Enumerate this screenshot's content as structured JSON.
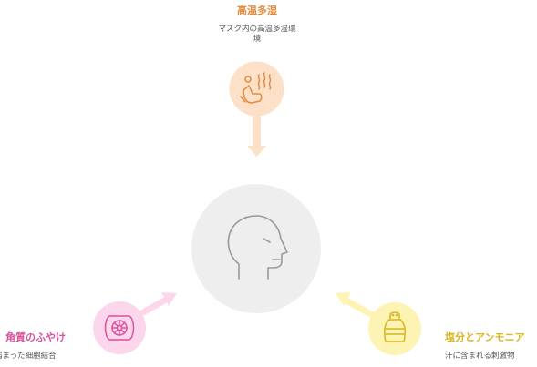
{
  "colors": {
    "orange": "#e38b3c",
    "orange_light": "#fde0c8",
    "pink": "#d9519c",
    "pink_light": "#fcd6ea",
    "yellow": "#d9b51f",
    "yellow_light": "#fdf3b2",
    "center_fill": "#eeeeee",
    "center_icon": "#9a9a9a"
  },
  "center": {
    "icon": "human-head-profile-icon"
  },
  "nodes": {
    "top": {
      "title": "高温多湿",
      "desc_line1": "マスク内の高温多湿環",
      "desc_line2": "境",
      "icon": "sauna-steam-icon"
    },
    "left": {
      "title": "角質のふやけ",
      "desc": "弱まった細胞結合",
      "icon": "tire-wheel-icon"
    },
    "right": {
      "title": "塩分とアンモニア",
      "desc": "汗に含まれる刺激物",
      "icon": "salt-shaker-icon"
    }
  }
}
